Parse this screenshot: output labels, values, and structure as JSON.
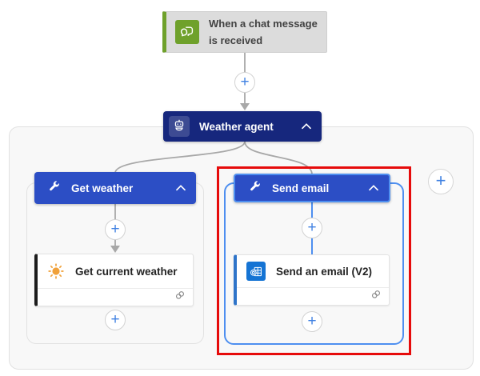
{
  "trigger": {
    "title_lines": [
      "When a chat message",
      "is received"
    ],
    "icon": "chat-icon",
    "accent_color": "#6fa12b"
  },
  "agent": {
    "label": "Weather agent",
    "icon": "robot-icon",
    "color": "#16277d"
  },
  "branches": {
    "left": {
      "header_label": "Get weather",
      "header_icon": "wrench-icon",
      "selected": false,
      "action": {
        "title": "Get current weather",
        "icon": "sun-icon",
        "accent_color": "#1c1c1c",
        "footer_icon": "connection-icon"
      }
    },
    "right": {
      "header_label": "Send email",
      "header_icon": "wrench-icon",
      "selected": true,
      "action": {
        "title": "Send an email (V2)",
        "icon": "outlook-icon",
        "accent_color": "#2e74c9",
        "footer_icon": "connection-icon"
      }
    }
  },
  "ui": {
    "plus_glyph": "+",
    "header_color": "#2c4ec5",
    "agent_color": "#16277d",
    "selection_color": "#4e8ff0",
    "highlight_color": "#e60b0b",
    "connector_color": "#a8a8a8",
    "plus_color": "#4081e2",
    "trigger_green": "#6fa12b",
    "sun_orange": "#f0a13a",
    "outlook_blue": "#1574d4"
  }
}
